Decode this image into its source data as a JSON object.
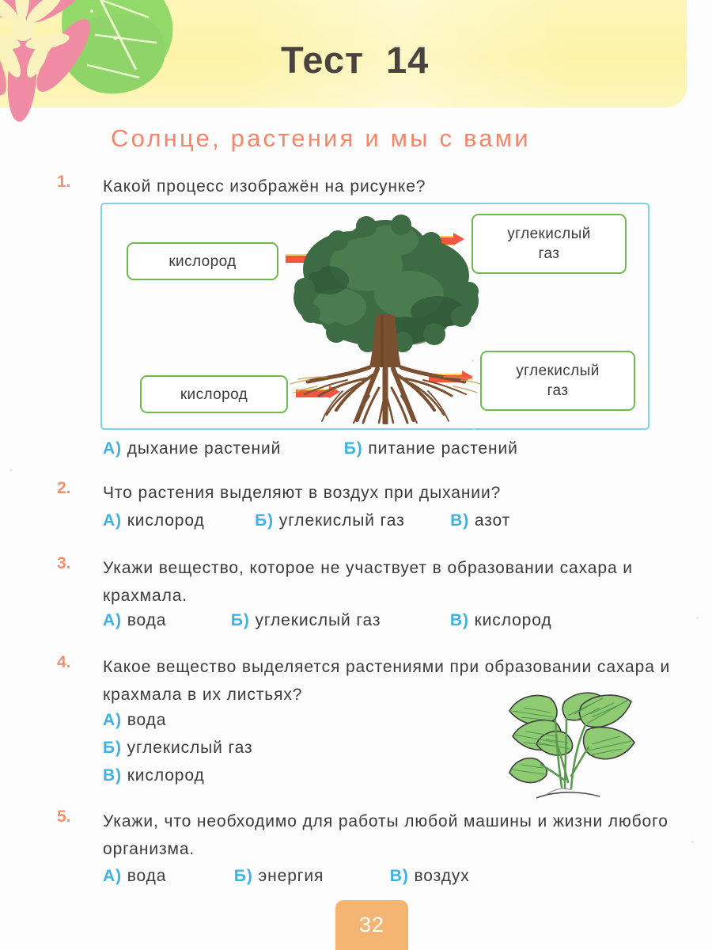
{
  "header": {
    "test_label": "Тест",
    "test_number": "14",
    "subtitle": "Солнце, растения и мы с вами"
  },
  "decor": {
    "flower_icon": "flower-icon",
    "leaf_icon": "leaf-icon",
    "tree_icon": "tree-icon",
    "seedling_icon": "seedling-icon",
    "flower_petal_color": "#f08ba4",
    "flower_center_color": "#fbf3bf",
    "leaf_color": "#93d96a",
    "banner_color": "#fdf3a8"
  },
  "colors": {
    "question_number": "#f2906d",
    "option_letter": "#3bb4e5",
    "subtitle": "#f5866a",
    "title": "#4a4441",
    "diagram_border": "#7ed4e0",
    "diagram_box_border": "#6fb94e",
    "arrow": "#f4553c",
    "page_tab": "#f3b571"
  },
  "questions": [
    {
      "number": "1.",
      "text": "Какой процесс изображён на рисунке?",
      "options": [
        {
          "letter": "А)",
          "label": "дыхание растений"
        },
        {
          "letter": "Б)",
          "label": "питание растений"
        }
      ]
    },
    {
      "number": "2.",
      "text": "Что растения выделяют в воздух при дыхании?",
      "options": [
        {
          "letter": "А)",
          "label": "кислород"
        },
        {
          "letter": "Б)",
          "label": "углекислый газ"
        },
        {
          "letter": "В)",
          "label": "азот"
        }
      ]
    },
    {
      "number": "3.",
      "text": "Укажи вещество, которое не участвует в образовании сахара и крахмала.",
      "options": [
        {
          "letter": "А)",
          "label": "вода"
        },
        {
          "letter": "Б)",
          "label": "углекислый газ"
        },
        {
          "letter": "В)",
          "label": "кислород"
        }
      ]
    },
    {
      "number": "4.",
      "text": "Какое вещество выделяется растениями при образовании сахара и крахмала в их листьях?",
      "options": [
        {
          "letter": "А)",
          "label": "вода"
        },
        {
          "letter": "Б)",
          "label": "углекислый газ"
        },
        {
          "letter": "В)",
          "label": "кислород"
        }
      ]
    },
    {
      "number": "5.",
      "text": "Укажи, что необходимо для работы любой машины и жизни любого организма.",
      "options": [
        {
          "letter": "А)",
          "label": "вода"
        },
        {
          "letter": "Б)",
          "label": "энергия"
        },
        {
          "letter": "В)",
          "label": "воздух"
        }
      ]
    }
  ],
  "diagram": {
    "oxygen_top": "кислород",
    "oxygen_bottom": "кислород",
    "co2_top": "углекислый\nгаз",
    "co2_top_line1": "углекислый",
    "co2_top_line2": "газ",
    "co2_bottom_line1": "углекислый",
    "co2_bottom_line2": "газ"
  },
  "footer": {
    "page_number": "32"
  }
}
